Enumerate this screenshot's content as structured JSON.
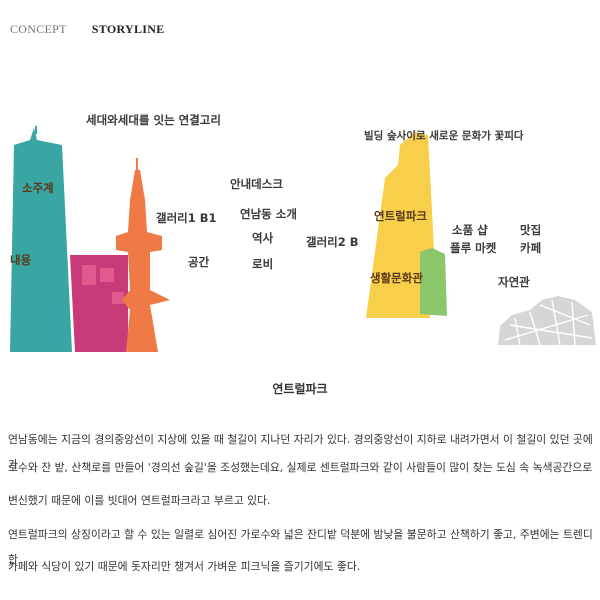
{
  "nav": {
    "concept": "CONCEPT",
    "storyline": "STORYLINE"
  },
  "left_heading": "세대와세대를 잇는 연결고리",
  "right_heading": "빌딩 숲사이로 새로운 문화가 꽃피다",
  "labels": {
    "soju": "소주계",
    "naeyong": "내용",
    "gallery1": "갤러리1 B1",
    "space": "공간",
    "info_desk": "안내데스크",
    "yeonnam_intro": "연남동 소개",
    "history": "역사",
    "lobby": "로비",
    "gallery2": "갤러리2 B",
    "central_park": "연트럴파크",
    "culture_hall": "생활문화관",
    "props_shop": "소품 샵",
    "flea_market": "플루 마켓",
    "restaurant": "맛집",
    "cafe": "카페",
    "nature_hall": "자연관"
  },
  "section_title": "연트럴파크",
  "paragraphs": [
    "연남동에는 지금의 경의중앙선이 지상에 있을 때 철길이 지나던 자리가 있다. 경의중앙선이 지하로 내려가면서 이 철길이 있던 곳에 가",
    "로수와 잔   밭, 산책로를 만들어 '경의선 숲길'을 조성했는데요, 실제로 센트럴파크와 같이 사람들이 많이 찾는 도심 속 녹색공간으로",
    "변신했기 때문에 이를 빗대어  연트럴파크라고 부르고 있다.",
    "연트럴파크의 상징이라고 할 수 있는 일렬로 심어진 가로수와 넓은 잔디밭 덕분에 밤낮을 불문하고 산책하기 좋고, 주변에는 트렌디한",
    "카페와 식당이 있기 때문에 돗자리만 챙겨서 가벼운 피크닉을 즐기기에도 좋다."
  ],
  "colors": {
    "teal": "#3aa6a3",
    "magenta": "#c93a78",
    "orange": "#f07a45",
    "yellow": "#f7cf4b",
    "green": "#8cc66a",
    "map_gray": "#cfcfcf"
  },
  "icons": [
    "map-icon"
  ]
}
